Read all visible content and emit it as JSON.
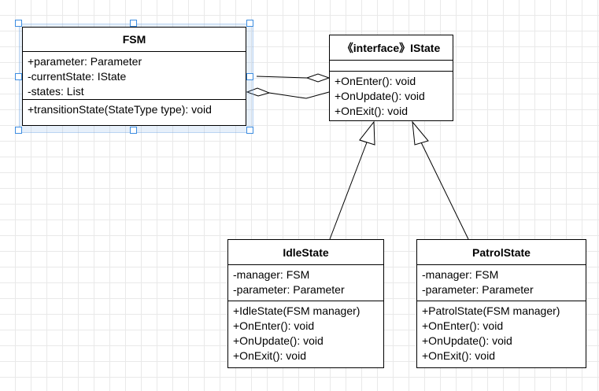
{
  "diagram": {
    "classes": {
      "fsm": {
        "name": "FSM",
        "attributes": [
          "+parameter: Parameter",
          "-currentState: IState",
          "-states: List"
        ],
        "methods": [
          "+transitionState(StateType type): void"
        ]
      },
      "istate": {
        "name": "《interface》IState",
        "attributes": [],
        "methods": [
          "+OnEnter(): void",
          "+OnUpdate(): void",
          "+OnExit(): void"
        ]
      },
      "idle": {
        "name": "IdleState",
        "attributes": [
          "-manager: FSM",
          "-parameter: Parameter"
        ],
        "methods": [
          "+IdleState(FSM manager)",
          "+OnEnter(): void",
          "+OnUpdate(): void",
          "+OnExit(): void"
        ]
      },
      "patrol": {
        "name": "PatrolState",
        "attributes": [
          "-manager: FSM",
          "-parameter: Parameter"
        ],
        "methods": [
          "+PatrolState(FSM manager)",
          "+OnEnter(): void",
          "+OnUpdate(): void",
          "+OnExit(): void"
        ]
      }
    },
    "edges": [
      {
        "from": "fsm",
        "to": "istate",
        "kind": "aggregation"
      },
      {
        "from": "fsm",
        "to": "istate",
        "kind": "aggregation"
      },
      {
        "from": "idle",
        "to": "istate",
        "kind": "realization"
      },
      {
        "from": "patrol",
        "to": "istate",
        "kind": "realization"
      }
    ],
    "selected": "fsm",
    "colors": {
      "selection": "#3c8ce0",
      "grid": "#e9e9e9"
    }
  }
}
